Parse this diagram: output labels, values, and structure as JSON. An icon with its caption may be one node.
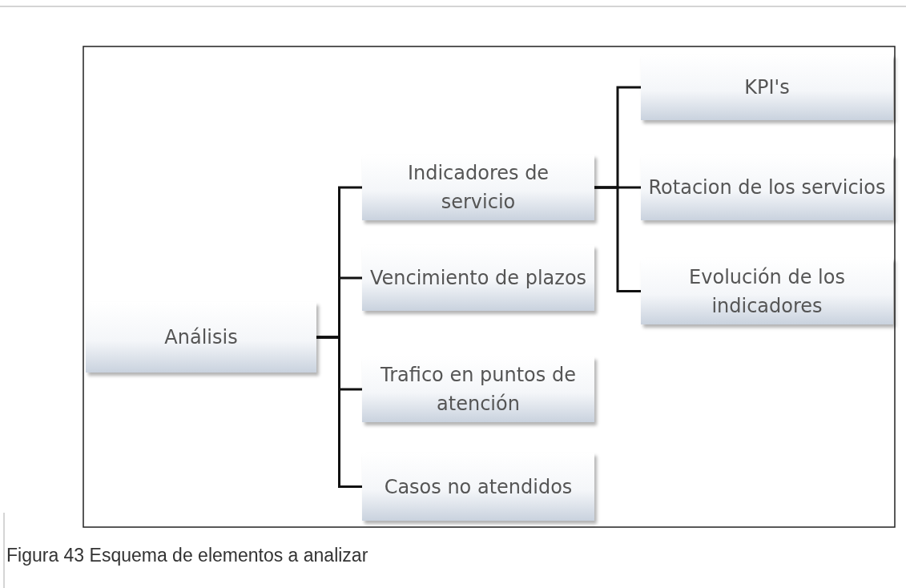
{
  "diagram": {
    "caption": "Figura 43 Esquema de elementos a analizar",
    "nodes": [
      {
        "text": [
          "Análisis"
        ]
      },
      {
        "text": [
          "Indicadores de servicio"
        ]
      },
      {
        "text": [
          "Vencimiento de plazos"
        ]
      },
      {
        "text": [
          "Trafico en puntos de atención"
        ]
      },
      {
        "text": [
          "Casos no atendidos"
        ]
      },
      {
        "text": [
          "KPI's"
        ]
      },
      {
        "text": [
          "Rotacion de los servicios"
        ]
      },
      {
        "text": [
          "Evolución de los indicadores"
        ]
      }
    ],
    "edges": [
      {
        "from": 0,
        "to": 1,
        "arrow": "none"
      },
      {
        "from": 0,
        "to": 2,
        "arrow": "none"
      },
      {
        "from": 0,
        "to": 3,
        "arrow": "none"
      },
      {
        "from": 0,
        "to": 4,
        "arrow": "none"
      },
      {
        "from": 1,
        "to": 5,
        "arrow": "none"
      },
      {
        "from": 1,
        "to": 6,
        "arrow": "none"
      },
      {
        "from": 1,
        "to": 7,
        "arrow": "none"
      }
    ]
  }
}
